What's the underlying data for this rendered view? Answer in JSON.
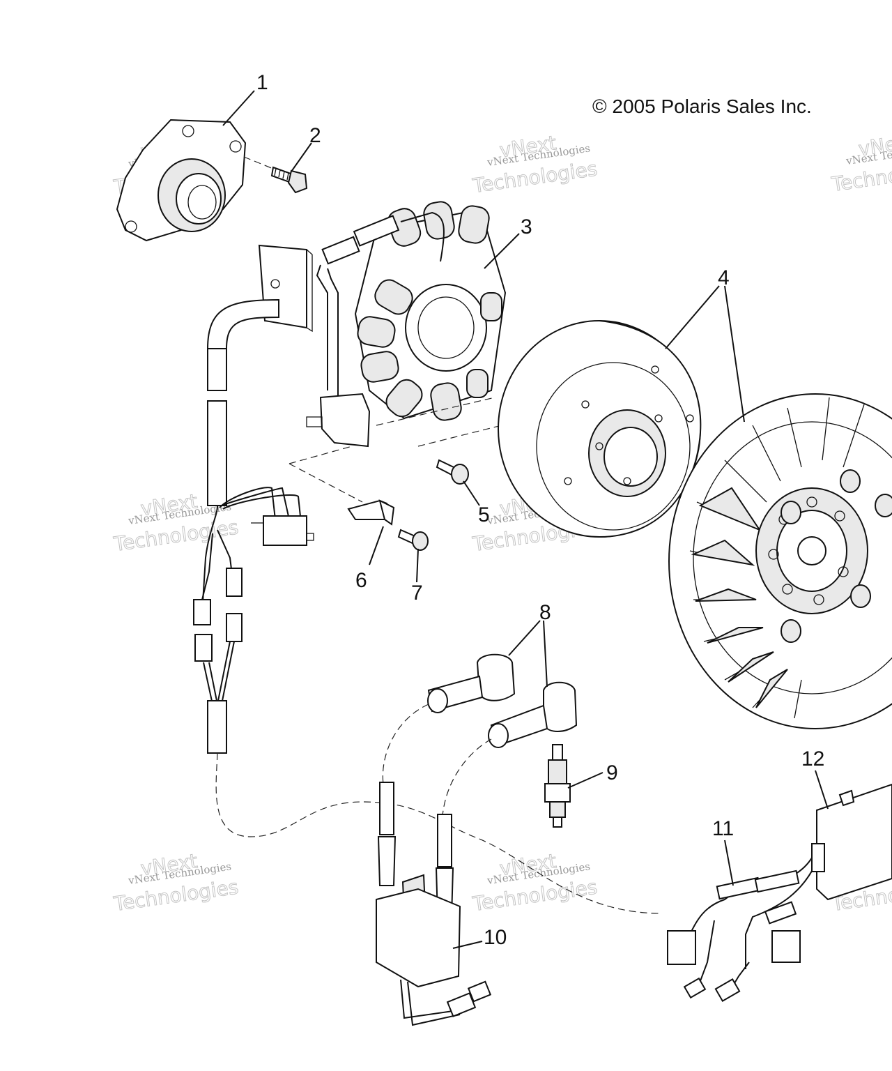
{
  "copyright": "© 2005 Polaris Sales Inc.",
  "watermark": {
    "line1": "vNext Technologies",
    "line2": "vNext",
    "line3": "Technologies"
  },
  "callouts": {
    "c1": "1",
    "c2": "2",
    "c3": "3",
    "c4": "4",
    "c5": "5",
    "c6": "6",
    "c7": "7",
    "c8": "8",
    "c9": "9",
    "c10": "10",
    "c11": "11",
    "c12": "12"
  }
}
